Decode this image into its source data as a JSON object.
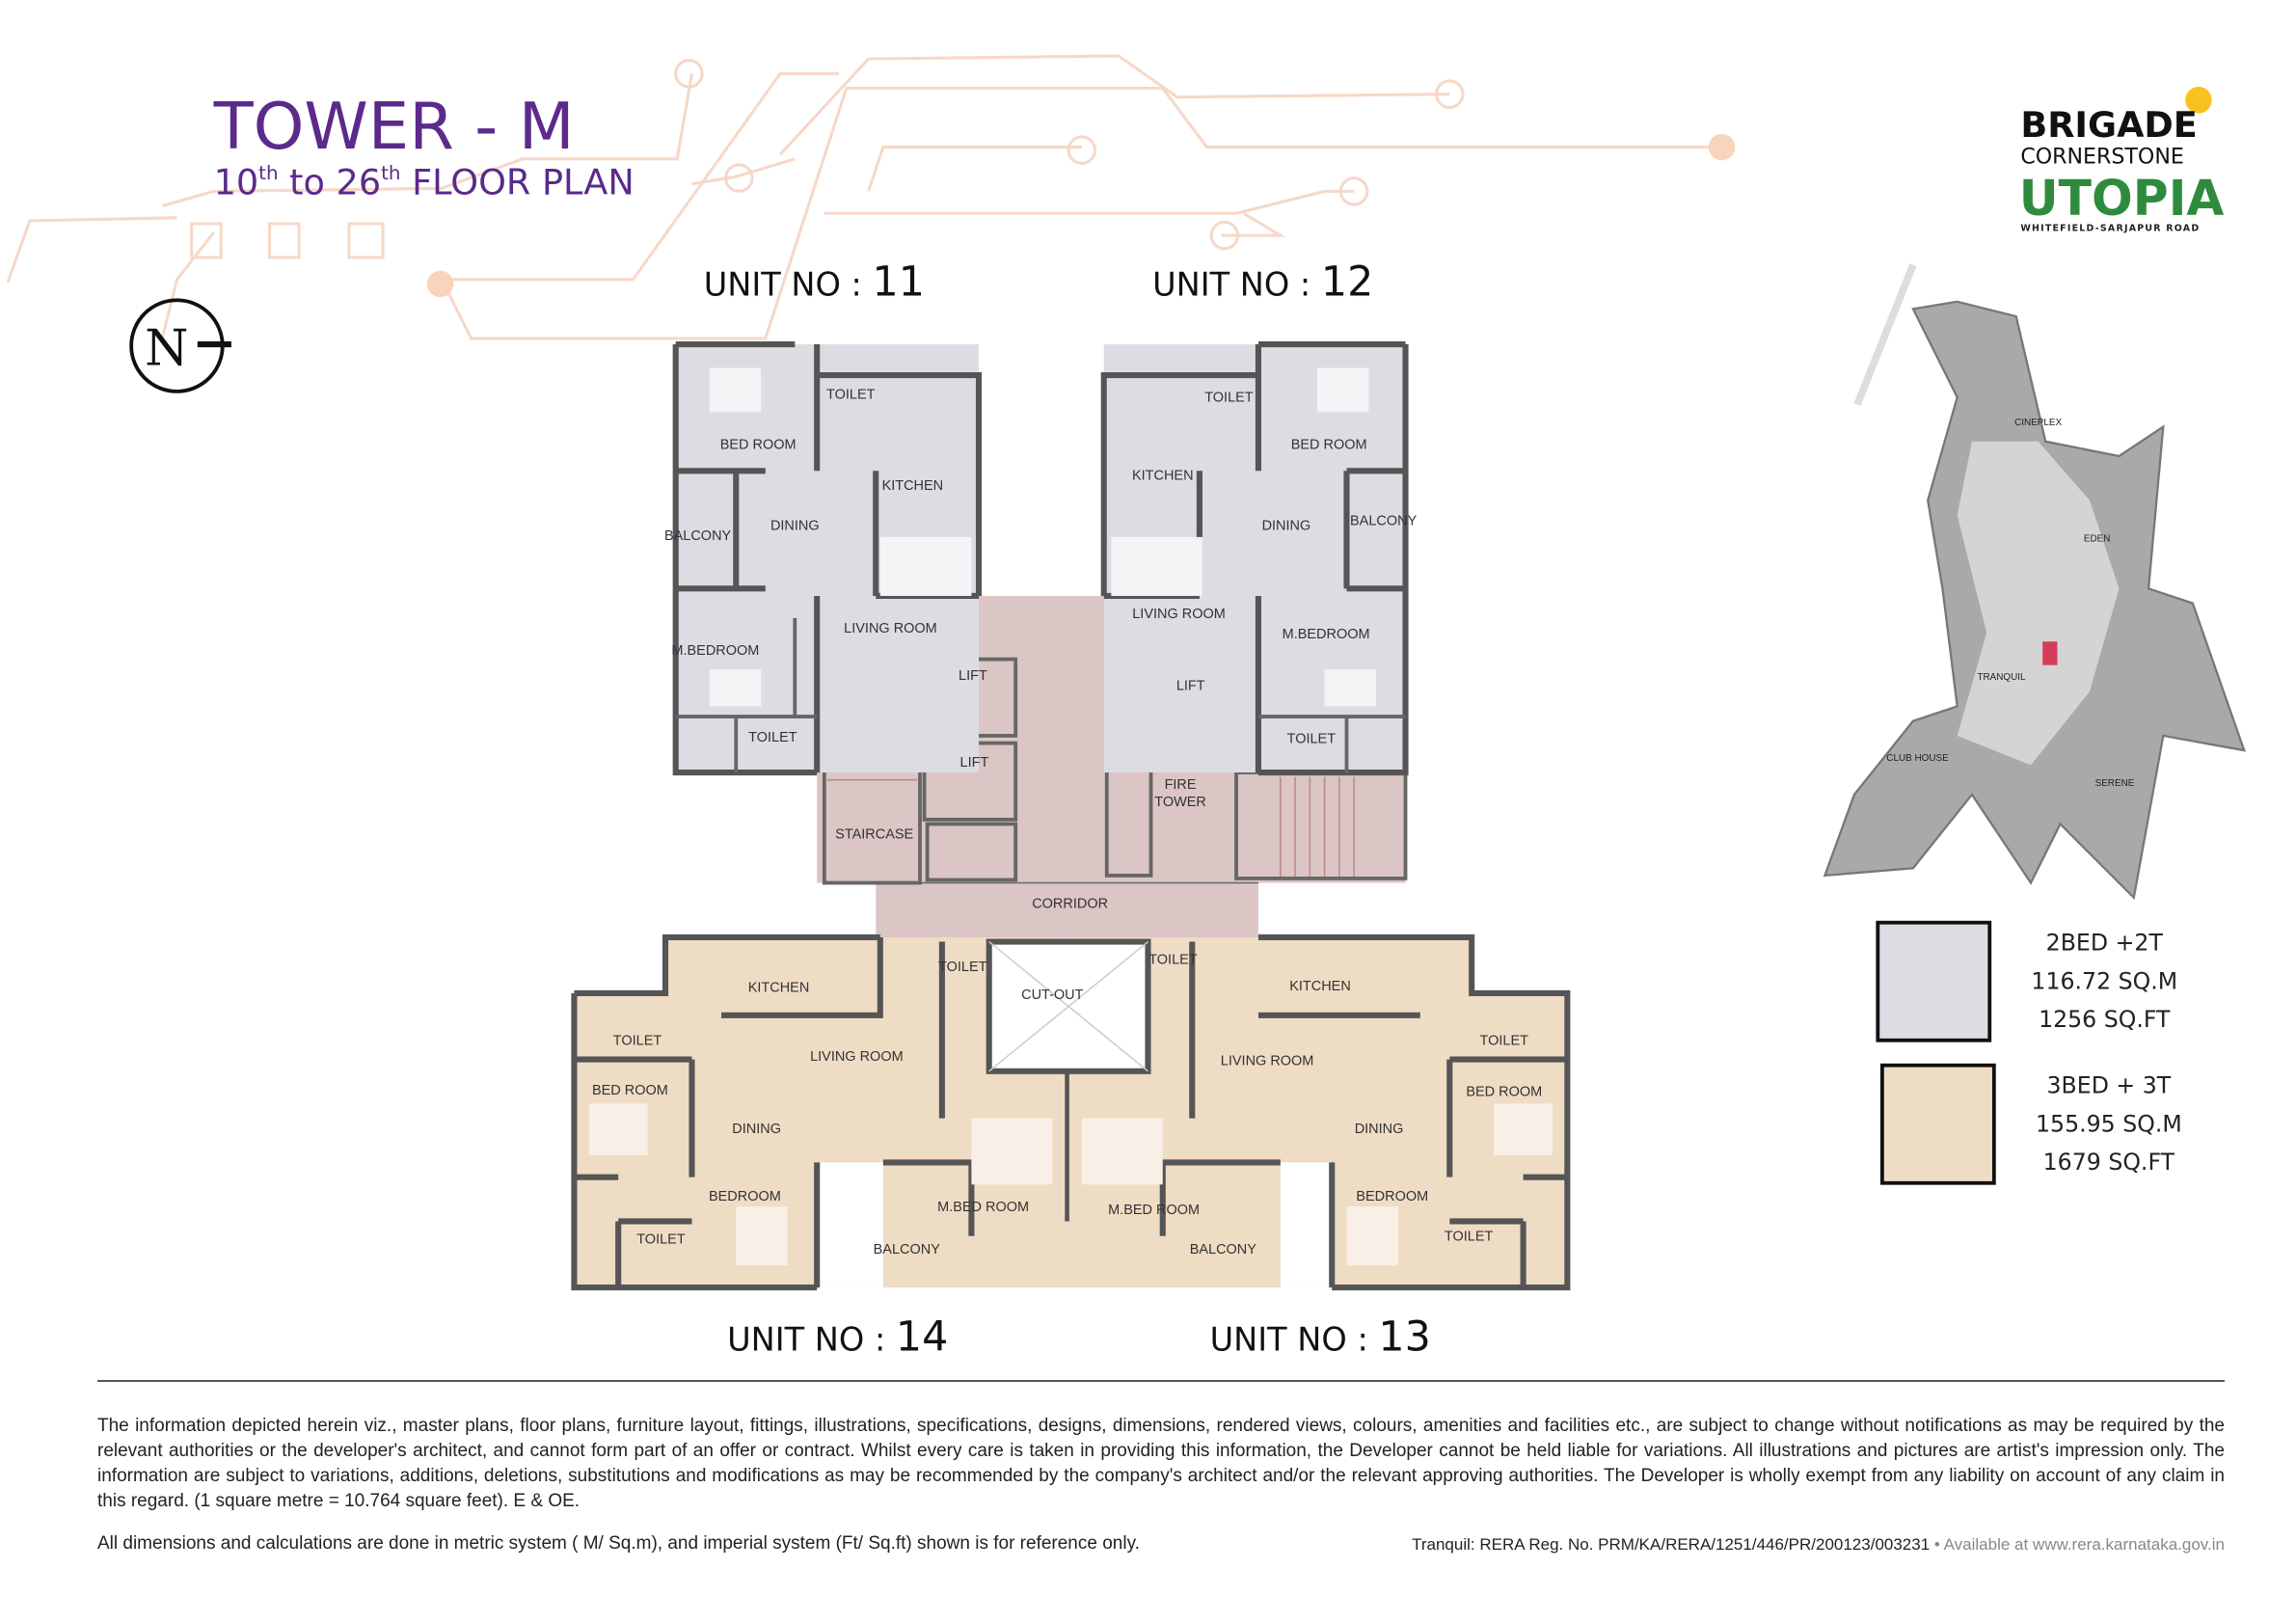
{
  "header": {
    "title": "TOWER - M",
    "subtitle_from": "10",
    "subtitle_sup1": "th",
    "subtitle_to": " to 26",
    "subtitle_sup2": "th",
    "subtitle_rest": " FLOOR PLAN",
    "compass_label": "N"
  },
  "logo": {
    "brand": "BRIGADE",
    "line2": "CORNERSTONE",
    "line3": "UTOPIA",
    "tagline": "WHITEFIELD-SARJAPUR ROAD"
  },
  "colors": {
    "title": "#5b2a8c",
    "unit_2bed": "#dcdce3",
    "unit_3bed": "#efdcc4",
    "core": "#dcc5c5",
    "logo_green": "#2e8b3e",
    "logo_dot": "#f7c21d"
  },
  "units": {
    "u11": {
      "prefix": "UNIT NO : ",
      "number": "11"
    },
    "u12": {
      "prefix": "UNIT NO : ",
      "number": "12"
    },
    "u13": {
      "prefix": "UNIT NO : ",
      "number": "13"
    },
    "u14": {
      "prefix": "UNIT NO : ",
      "number": "14"
    }
  },
  "rooms": {
    "u11": [
      "BED ROOM",
      "TOILET",
      "KITCHEN",
      "DINING",
      "BALCONY",
      "LIVING ROOM",
      "M.BEDROOM",
      "TOILET"
    ],
    "u12": [
      "TOILET",
      "BED ROOM",
      "KITCHEN",
      "DINING",
      "BALCONY",
      "LIVING ROOM",
      "M.BEDROOM",
      "TOILET"
    ],
    "core": [
      "LIFT",
      "LIFT",
      "STAIRCASE",
      "LIFT",
      "FIRE",
      "TOWER",
      "CORRIDOR",
      "CUT-OUT"
    ],
    "u14": [
      "KITCHEN",
      "TOILET",
      "TOILET",
      "LIVING ROOM",
      "BED ROOM",
      "DINING",
      "BEDROOM",
      "TOILET",
      "M.BED ROOM",
      "BALCONY"
    ],
    "u13": [
      "TOILET",
      "KITCHEN",
      "TOILET",
      "LIVING ROOM",
      "BED ROOM",
      "DINING",
      "BEDROOM",
      "TOILET",
      "M.BED ROOM",
      "BALCONY"
    ]
  },
  "site_map": {
    "labels": [
      "CINEPLEX",
      "EDEN",
      "TRANQUIL",
      "CLUB HOUSE",
      "SERENE"
    ]
  },
  "legend": [
    {
      "type": "2BED +2T",
      "sqm": "116.72 SQ.M",
      "sqft": "1256 SQ.FT"
    },
    {
      "type": "3BED + 3T",
      "sqm": "155.95 SQ.M",
      "sqft": "1679 SQ.FT"
    }
  ],
  "footer": {
    "disclaimer": "The information depicted herein viz., master plans, floor plans, furniture layout, fittings, illustrations, specifications, designs, dimensions, rendered views, colours, amenities and facilities etc., are subject to change without notifications as may be required by the relevant authorities or the developer's architect, and cannot form part of an offer or contract. Whilst every care is taken in providing this information, the Developer cannot be held liable for variations. All illustrations and pictures are artist's impression only. The information are subject to variations, additions, deletions, substitutions and modifications as may be recommended by the company's architect and/or the relevant approving authorities. The Developer is wholly exempt from any liability on account of any claim in this regard. (1 square metre = 10.764 square feet). E & OE.",
    "note": "All dimensions and calculations are done in metric system ( M/ Sq.m), and imperial system (Ft/ Sq.ft) shown is for reference only.",
    "rera": "Tranquil: RERA Reg. No. PRM/KA/RERA/1251/446/PR/200123/003231",
    "rera_available": " • Available at www.rera.karnataka.gov.in"
  }
}
